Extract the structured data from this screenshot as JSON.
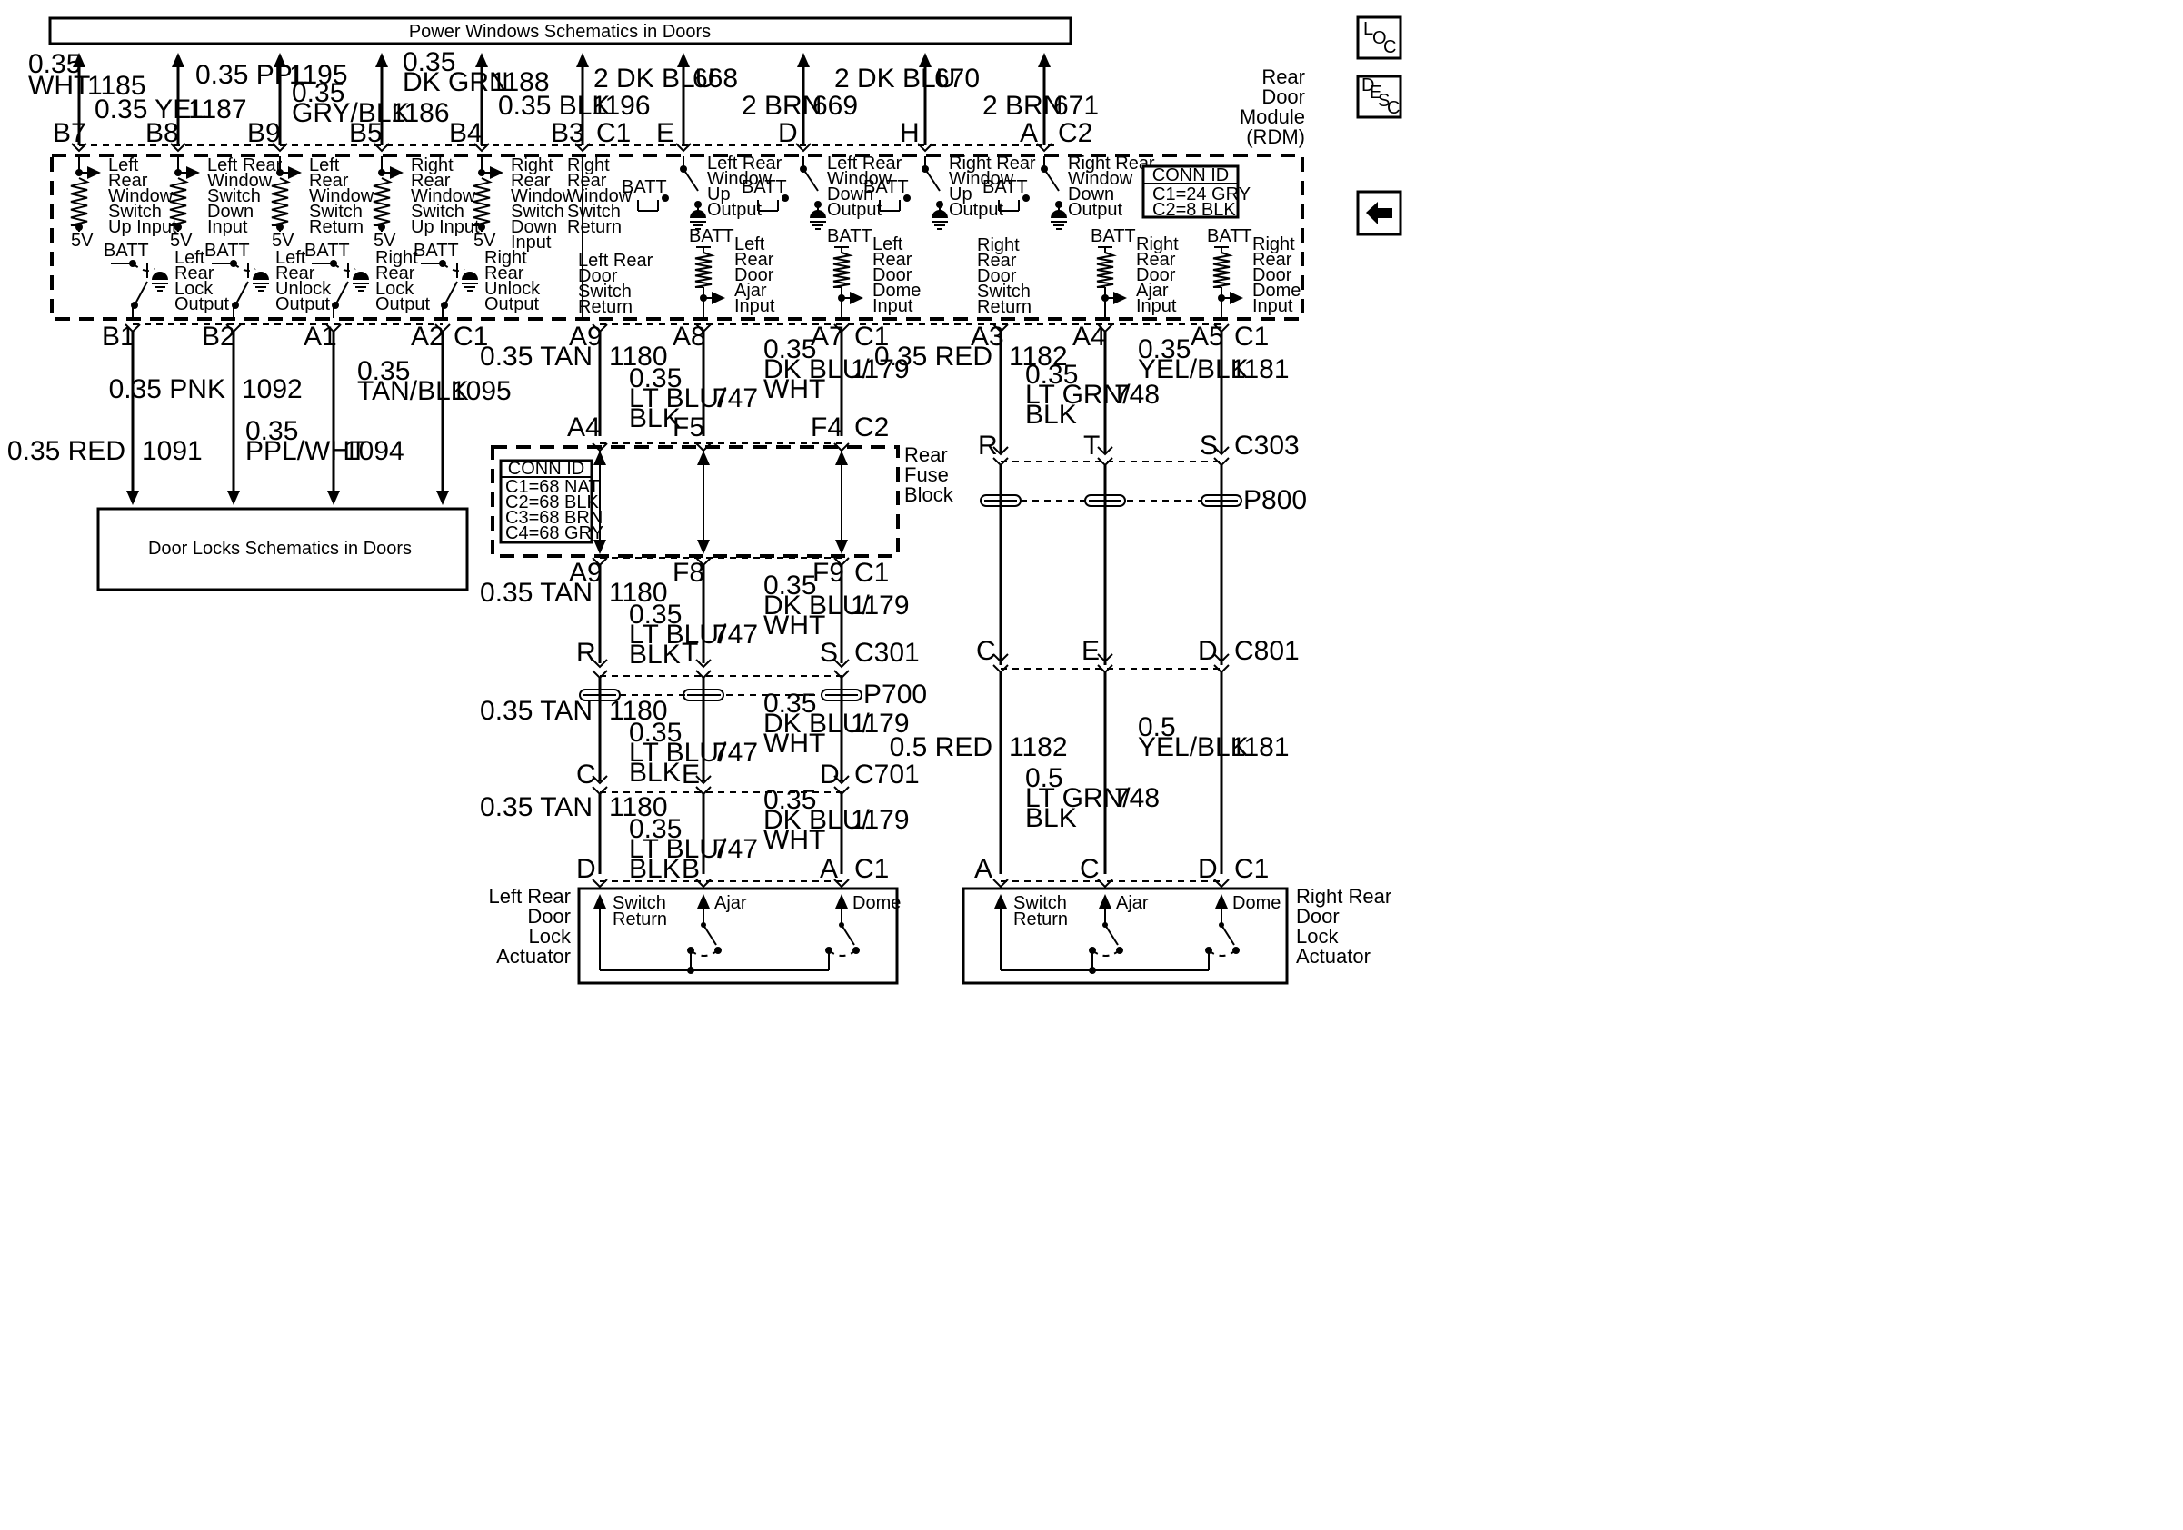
{
  "boxes": {
    "power_windows": "Power Windows Schematics in Doors",
    "door_locks": "Door Locks Schematics in Doors"
  },
  "nav": {
    "loc": [
      "L",
      "O",
      "C"
    ],
    "desc": [
      "D",
      "E",
      "S",
      "C"
    ],
    "back_glyph": "⬅"
  },
  "rdm": {
    "title": [
      "Rear",
      "Door",
      "Module",
      "(RDM)"
    ],
    "conn_title": "CONN ID",
    "conn": [
      "C1=24 GRY",
      "C2=8 BLK"
    ],
    "batt": "BATT",
    "fivev": "5V"
  },
  "upper_wires": [
    {
      "size": "0.35",
      "color": "WHT",
      "circuit": "1185",
      "pin": "B7",
      "conn": ""
    },
    {
      "size": "0.35",
      "color": "YEL",
      "circuit": "1187",
      "pin": "B8",
      "conn": ""
    },
    {
      "size": "0.35",
      "color": "PPL",
      "circuit": "1195",
      "pin": "B9",
      "conn": ""
    },
    {
      "size": "0.35",
      "color": "GRY/BLK",
      "circuit": "1186",
      "pin": "B5",
      "conn": ""
    },
    {
      "size": "0.35",
      "color": "DK GRN",
      "circuit": "1188",
      "pin": "B4",
      "conn": ""
    },
    {
      "size": "0.35",
      "color": "BLK",
      "circuit": "1196",
      "pin": "B3",
      "conn": "C1"
    },
    {
      "size": "2",
      "color": "DK BLU",
      "circuit": "668",
      "pin": "E",
      "conn": ""
    },
    {
      "size": "2",
      "color": "BRN",
      "circuit": "669",
      "pin": "D",
      "conn": ""
    },
    {
      "size": "2",
      "color": "DK BLU",
      "circuit": "670",
      "pin": "H",
      "conn": ""
    },
    {
      "size": "2",
      "color": "BRN",
      "circuit": "671",
      "pin": "A",
      "conn": "C2"
    }
  ],
  "window_inputs": [
    [
      "Left",
      "Rear",
      "Window",
      "Switch",
      "Up Input"
    ],
    [
      "Left Rear",
      "Window",
      "Switch",
      "Down",
      "Input"
    ],
    [
      "Left",
      "Rear",
      "Window",
      "Switch",
      "Return"
    ],
    [
      "Right",
      "Rear",
      "Window",
      "Switch",
      "Up Input"
    ],
    [
      "Right",
      "Rear",
      "Window",
      "Switch",
      "Down",
      "Input"
    ],
    [
      "Right",
      "Rear",
      "Window",
      "Switch",
      "Return"
    ]
  ],
  "window_outputs": [
    [
      "Left Rear",
      "Window",
      "Up",
      "Output"
    ],
    [
      "Left Rear",
      "Window",
      "Down",
      "Output"
    ],
    [
      "Right Rear",
      "Window",
      "Up",
      "Output"
    ],
    [
      "Right Rear",
      "Window",
      "Down",
      "Output"
    ]
  ],
  "lock_outputs": [
    [
      "Left",
      "Rear",
      "Lock",
      "Output"
    ],
    [
      "Left",
      "Rear",
      "Unlock",
      "Output"
    ],
    [
      "Right",
      "Rear",
      "Lock",
      "Output"
    ],
    [
      "Right",
      "Rear",
      "Unlock",
      "Output"
    ]
  ],
  "door_inputs": {
    "left_return": [
      "Left Rear",
      "Door",
      "Switch",
      "Return"
    ],
    "left_ajar": [
      "Left",
      "Rear",
      "Door",
      "Ajar",
      "Input"
    ],
    "left_dome": [
      "Left",
      "Rear",
      "Door",
      "Dome",
      "Input"
    ],
    "right_return": [
      "Right",
      "Rear",
      "Door",
      "Switch",
      "Return"
    ],
    "right_ajar": [
      "Right",
      "Rear",
      "Door",
      "Ajar",
      "Input"
    ],
    "right_dome": [
      "Right",
      "Rear",
      "Door",
      "Dome",
      "Input"
    ]
  },
  "lock_wires": [
    {
      "pin": "B1",
      "conn": "",
      "size": "0.35",
      "color": "RED",
      "circuit": "1091"
    },
    {
      "pin": "B2",
      "conn": "",
      "size": "0.35",
      "color": "PNK",
      "circuit": "1092"
    },
    {
      "pin": "A1",
      "conn": "",
      "size": "0.35",
      "color": "PPL/WHT",
      "circuit": "1094"
    },
    {
      "pin": "A2",
      "conn": "C1",
      "size": "0.35",
      "color": "TAN/BLK",
      "circuit": "1095"
    }
  ],
  "left": {
    "rdm_pins": [
      "A9",
      "A8",
      "A7",
      "C1"
    ],
    "wires": [
      {
        "size": "0.35",
        "color": "TAN",
        "circuit": "1180"
      },
      {
        "size": "0.35",
        "color": "LT BLU/ BLK",
        "circuit": "747"
      },
      {
        "size": "0.35",
        "color": "DK BLU/ WHT",
        "circuit": "1179"
      }
    ],
    "fuse_top_pins": [
      "A4",
      "F5",
      "F4",
      "C2"
    ],
    "fuse_title": [
      "Rear",
      "Fuse",
      "Block"
    ],
    "fuse_conn_title": "CONN ID",
    "fuse_conn": [
      "C1=68 NAT",
      "C2=68 BLK",
      "C3=68 BRN",
      "C4=68 GRY"
    ],
    "fuse_bottom_pins": [
      "A9",
      "F8",
      "F9",
      "C1"
    ],
    "c301_pins": [
      "R",
      "T",
      "S",
      "C301"
    ],
    "splice": "P700",
    "c701_pins": [
      "C",
      "E",
      "D",
      "C701"
    ],
    "actuator_pins": [
      "D",
      "B",
      "A",
      "C1"
    ],
    "actuator_title": [
      "Left Rear",
      "Door",
      "Lock",
      "Actuator"
    ]
  },
  "right": {
    "rdm_pins": [
      "A3",
      "A4",
      "A5",
      "C1"
    ],
    "wires": [
      {
        "size": "0.35",
        "color": "RED",
        "circuit": "1182"
      },
      {
        "size": "0.35",
        "color": "LT GRN/ BLK",
        "circuit": "748"
      },
      {
        "size": "0.35",
        "color": "YEL/BLK",
        "circuit": "1181"
      }
    ],
    "c303_pins": [
      "R",
      "T",
      "S",
      "C303"
    ],
    "splice": "P800",
    "c801_pins": [
      "C",
      "E",
      "D",
      "C801"
    ],
    "wires_lower": [
      {
        "size": "0.5",
        "color": "RED",
        "circuit": "1182"
      },
      {
        "size": "0.5",
        "color": "LT GRN/ BLK",
        "circuit": "748"
      },
      {
        "size": "0.5",
        "color": "YEL/BLK",
        "circuit": "1181"
      }
    ],
    "actuator_pins": [
      "A",
      "C",
      "D",
      "C1"
    ],
    "actuator_title": [
      "Right Rear",
      "Door",
      "Lock",
      "Actuator"
    ]
  },
  "actuator_labels": {
    "switch_return": [
      "Switch",
      "Return"
    ],
    "ajar": "Ajar",
    "dome": "Dome"
  }
}
